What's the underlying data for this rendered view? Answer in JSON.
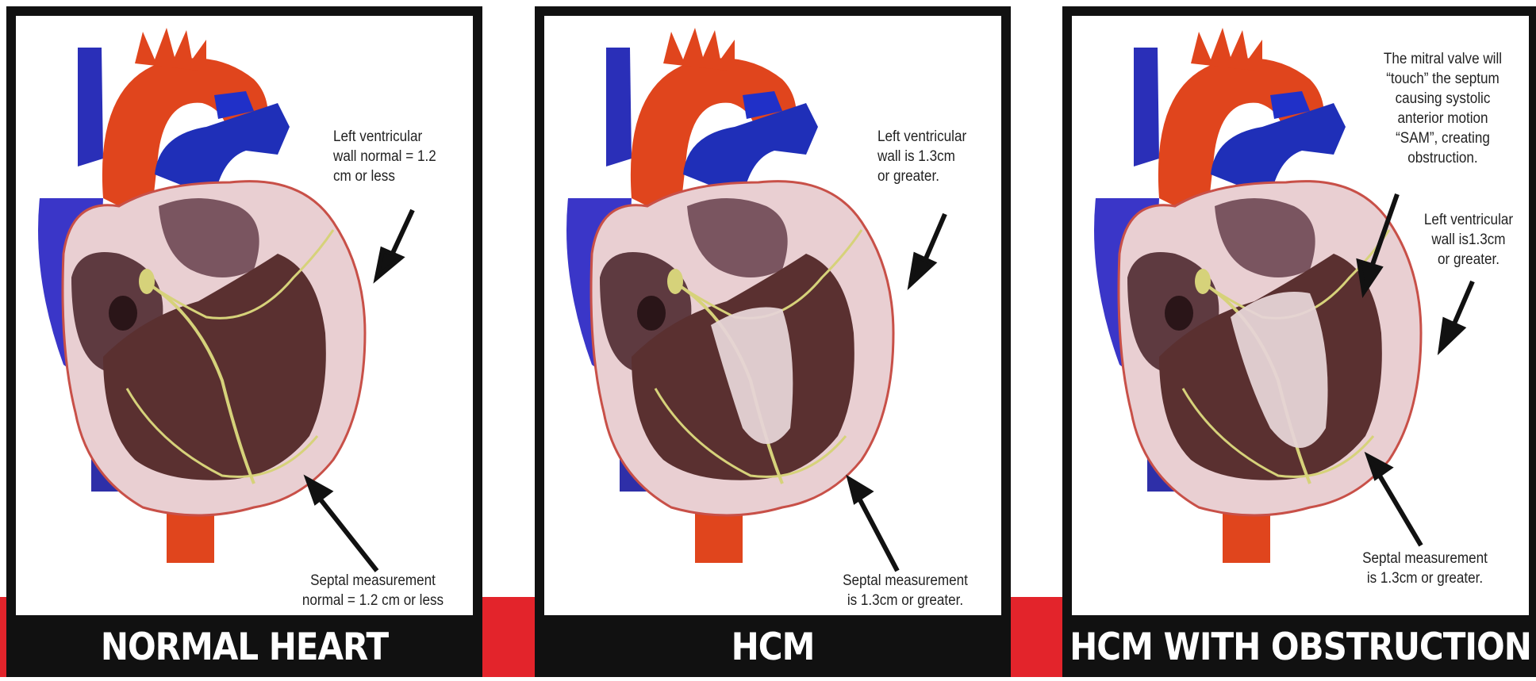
{
  "colors": {
    "accent_red": "#e3242b",
    "frame_black": "#111111",
    "aorta_red": "#e0451d",
    "vein_blue": "#2a2fb8",
    "muscle_brown": "#5a3030",
    "wall_pink": "#e9cfd2",
    "conduction_yellow": "#d6d27a"
  },
  "panels": [
    {
      "caption": "NORMAL HEART",
      "label_wall": "Left ventricular\nwall normal = 1.2\ncm or less",
      "label_septal": "Septal measurement\nnormal = 1.2 cm or less"
    },
    {
      "caption": "HCM",
      "label_wall": "Left ventricular\nwall is 1.3cm\nor greater.",
      "label_septal": "Septal measurement\nis 1.3cm  or greater."
    },
    {
      "caption": "HCM WITH OBSTRUCTION",
      "label_mitral": "The mitral valve will\n“touch” the septum\ncausing systolic\nanterior motion\n“SAM”, creating\nobstruction.",
      "label_wall": "Left ventricular\nwall is1.3cm\nor greater.",
      "label_septal": "Septal measurement\nis 1.3cm or greater."
    }
  ]
}
